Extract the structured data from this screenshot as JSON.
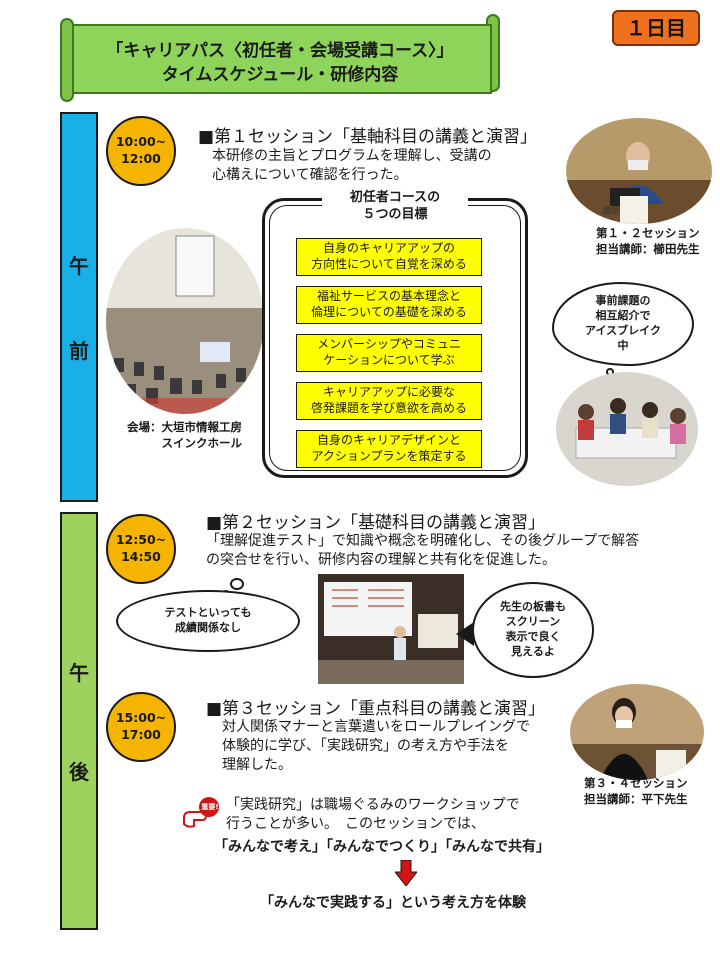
{
  "banner": {
    "title_line1": "「キャリアパス〈初任者・会場受講コース〉」",
    "title_line2": "タイムスケジュール・研修内容",
    "day_badge": "１日目"
  },
  "bands": {
    "am": [
      "午",
      "前"
    ],
    "pm": [
      "午",
      "後"
    ]
  },
  "session1": {
    "time_start": "10:00~",
    "time_end": "12:00",
    "title": "■第１セッション「基軸科目の講義と演習」",
    "text_line1": "本研修の主旨とプログラムを理解し、受講の",
    "text_line2": "心構えについて確認を行った。"
  },
  "goals": {
    "title_line1": "初任者コースの",
    "title_line2": "５つの目標",
    "items": [
      [
        "自身のキャリアアップの",
        "方向性について自覚を深める"
      ],
      [
        "福祉サービスの基本理念と",
        "倫理についての基礎を深める"
      ],
      [
        "メンバーシップやコミュニ",
        "ケーションについて学ぶ"
      ],
      [
        "キャリアアップに必要な",
        "啓発課題を学び意欲を高める"
      ],
      [
        "自身のキャリアデザインと",
        "アクションプランを策定する"
      ]
    ]
  },
  "captions": {
    "venue_line1": "会場：大垣市情報工房",
    "venue_line2": "スインクホール",
    "lecturer1_line1": "第１・２セッション",
    "lecturer1_line2": "担当講師：櫛田先生",
    "lecturer2_line1": "第３・４セッション",
    "lecturer2_line2": "担当講師：平下先生",
    "podium_sign": "講師"
  },
  "clouds": {
    "icebreak": [
      "事前課題の",
      "相互紹介で",
      "アイスブレイク",
      "中"
    ],
    "test": [
      "テストといっても",
      "成績関係なし"
    ],
    "board": [
      "先生の板書も",
      "スクリーン",
      "表示で良く",
      "見えるよ"
    ]
  },
  "session2": {
    "time_start": "12:50~",
    "time_end": "14:50",
    "title": "■第２セッション「基礎科目の講義と演習」",
    "text_line1": "「理解促進テスト」で知識や概念を明確化し、その後グループで解答",
    "text_line2": "の突合せを行い、研修内容の理解と共有化を促進した。"
  },
  "session3": {
    "time_start": "15:00~",
    "time_end": "17:00",
    "title": "■第３セッション「重点科目の講義と演習」",
    "text_line1": "対人関係マナーと言葉遣いをロールプレイングで",
    "text_line2": "体験的に学び、「実践研究」の考え方や手法を",
    "text_line3": "理解した。"
  },
  "note": {
    "icon_label": "重要!",
    "line1": "「実践研究」は職場ぐるみのワークショップで",
    "line2": "行うことが多い。　このセッションでは、",
    "line3": "「みんなで考え」「みんなでつくり」「みんなで共有」",
    "conclusion": "「みんなで実践する」という考え方を体験"
  },
  "colors": {
    "banner_green": "#8fd45a",
    "am_blue": "#19b0e8",
    "pm_green": "#9cd25d",
    "time_orange": "#f5b400",
    "goal_yellow": "#ffff00",
    "badge_orange": "#f0711d",
    "arrow_red": "#d31414"
  }
}
